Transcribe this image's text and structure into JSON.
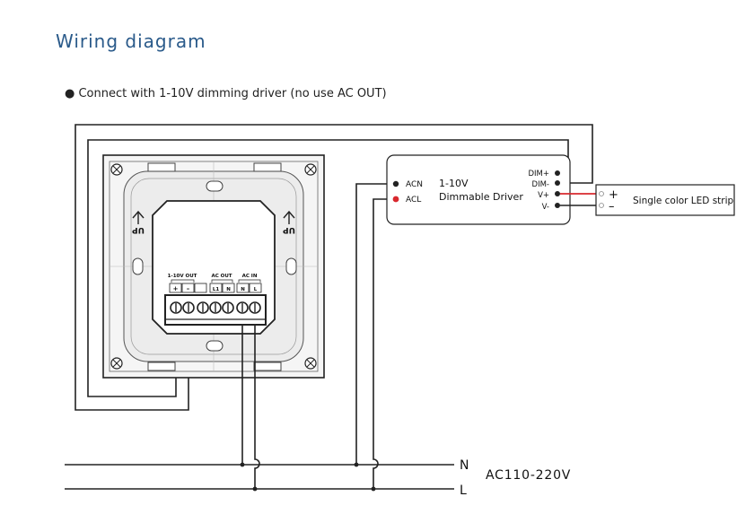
{
  "header": {
    "title": "Wiring diagram",
    "subtitle": "● Connect with 1-10V dimming driver (no use AC OUT)"
  },
  "panel": {
    "up_labels": [
      "UP",
      "UP"
    ],
    "terminal_groups": [
      "1-10V OUT",
      "AC OUT",
      "AC IN"
    ],
    "terminals": [
      "+",
      "–",
      "",
      "L1",
      "N",
      "N",
      "L"
    ]
  },
  "driver": {
    "name_line1": "1-10V",
    "name_line2": "Dimmable Driver",
    "input_labels": [
      "ACN",
      "ACL"
    ],
    "output_labels": [
      "DIM+",
      "DIM-",
      "V+",
      "V-"
    ]
  },
  "led_strip": {
    "label": "Single color LED strip",
    "plus": "+",
    "minus": "–"
  },
  "mains": {
    "n_label": "N",
    "l_label": "L",
    "voltage": "AC110-220V"
  },
  "colors": {
    "line": "#222222",
    "red_wire": "#d8282e",
    "title": "#2a5a8a",
    "panel_face": "#f2f2f2"
  }
}
